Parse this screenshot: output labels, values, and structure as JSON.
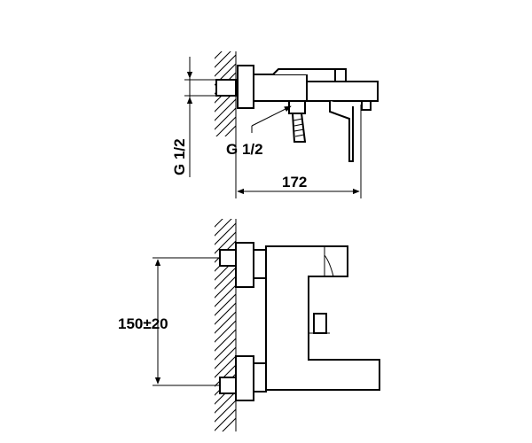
{
  "labels": {
    "thread_left": "G 1/2",
    "thread_callout": "G 1/2",
    "depth": "172",
    "spacing": "150±20"
  }
}
